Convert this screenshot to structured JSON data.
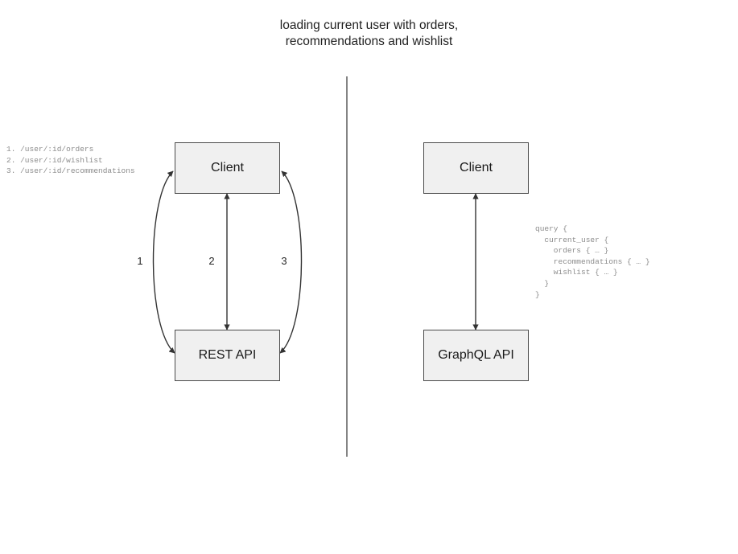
{
  "diagram": {
    "title": "loading current user with orders,\nrecommendations and wishlist",
    "divider": {
      "name": "vertical-divider",
      "color": "#666666"
    },
    "left_panel": {
      "name": "rest-approach",
      "nodes": {
        "client": "Client",
        "api": "REST API"
      },
      "edge_labels": [
        "1",
        "2",
        "3"
      ],
      "endpoints_text": "1. /user/:id/orders\n2. /user/:id/wishlist\n3. /user/:id/recommendations",
      "endpoints": [
        {
          "number": "1.",
          "path": "/user/:id/orders"
        },
        {
          "number": "2.",
          "path": "/user/:id/wishlist"
        },
        {
          "number": "3.",
          "path": "/user/:id/recommendations"
        }
      ]
    },
    "right_panel": {
      "name": "graphql-approach",
      "nodes": {
        "client": "Client",
        "api": "GraphQL API"
      },
      "query_text": "query {\n  current_user {\n    orders { … }\n    recommendations { … }\n    wishlist { … }\n  }\n}",
      "query_lines": [
        "query {",
        "  current_user {",
        "    orders { … }",
        "    recommendations { … }",
        "    wishlist { … }",
        "  }",
        "}"
      ]
    },
    "colors": {
      "node_fill": "#f0f0f0",
      "node_border": "#4a4a4a",
      "edge": "#333333",
      "code_text": "#8c8c8c",
      "title_text": "#1f1f1f",
      "background": "#ffffff"
    }
  }
}
